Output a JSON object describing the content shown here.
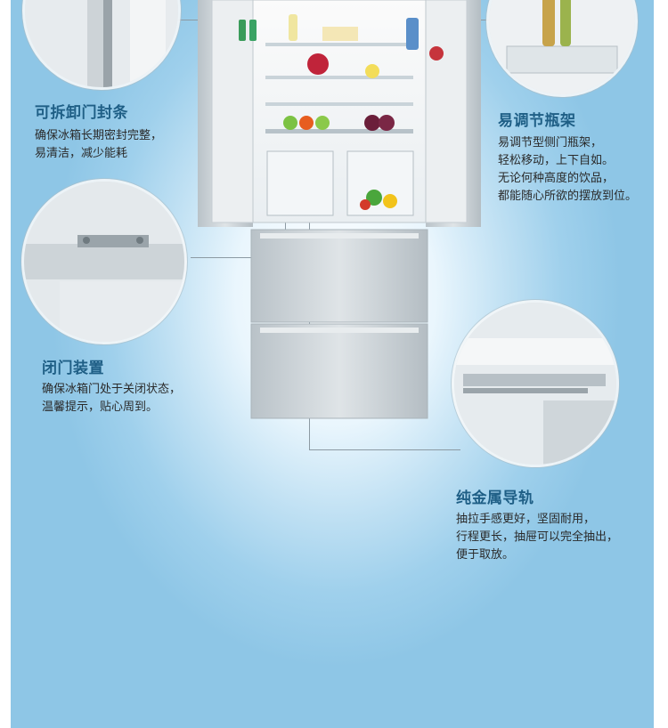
{
  "features": [
    {
      "id": "gasket",
      "title": "可拆卸门封条",
      "lines": [
        "确保冰箱长期密封完整，",
        "易清洁，减少能耗"
      ],
      "icon": "door-gasket-photo"
    },
    {
      "id": "bottle-rack",
      "title": "易调节瓶架",
      "lines": [
        "易调节型侧门瓶架，",
        "轻松移动，上下自如。",
        "无论何种高度的饮品，",
        "都能随心所欲的摆放到位。"
      ],
      "icon": "door-bottle-rack-photo"
    },
    {
      "id": "door-close",
      "title": "闭门装置",
      "lines": [
        "确保冰箱门处于关闭状态，",
        "温馨提示，贴心周到。"
      ],
      "icon": "door-closer-photo"
    },
    {
      "id": "metal-rail",
      "title": "纯金属导轨",
      "lines": [
        "抽拉手感更好，坚固耐用，",
        "行程更长，抽屉可以完全抽出，",
        "便于取放。"
      ],
      "icon": "drawer-rail-photo"
    }
  ],
  "colors": {
    "title": "#1f5f86",
    "text": "#2a2a2a",
    "fridge_body": "#cfd6db",
    "background_glow": "#9fd0ec"
  }
}
